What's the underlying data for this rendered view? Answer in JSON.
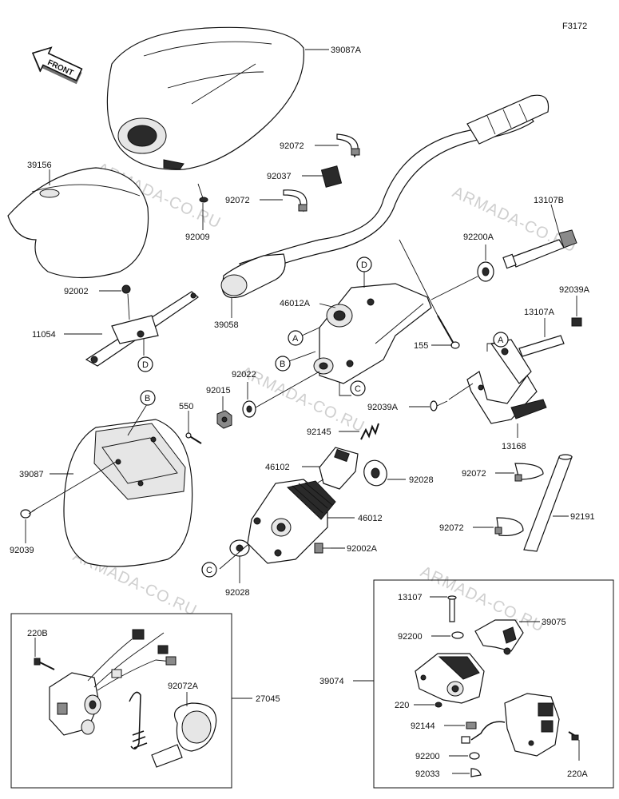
{
  "figure_code": "F3172",
  "front_label": "FRONT",
  "watermark": "ARMADA-CO.RU",
  "labels": {
    "p39087A": "39087A",
    "p39156": "39156",
    "p92072_top": "92072",
    "p92037": "92037",
    "p92072_mid": "92072",
    "p92009": "92009",
    "p13107B": "13107B",
    "p92200A": "92200A",
    "p92002": "92002",
    "p39058": "39058",
    "p46012A": "46012A",
    "p11054": "11054",
    "p92039A": "92039A",
    "p13107A": "13107A",
    "p155": "155",
    "p92022": "92022",
    "p92015": "92015",
    "p550": "550",
    "p92039A_2": "92039A",
    "p92145": "92145",
    "p13168": "13168",
    "p39087": "39087",
    "p46102": "46102",
    "p92028_a": "92028",
    "p92072_r1": "92072",
    "p46012": "46012",
    "p92191": "92191",
    "p92039": "92039",
    "p92072_r2": "92072",
    "p92002A": "92002A",
    "p92028_b": "92028",
    "p13107": "13107",
    "p39075": "39075",
    "p220B": "220B",
    "p92200": "92200",
    "p92072A": "92072A",
    "p27045": "27045",
    "p39074": "39074",
    "p220": "220",
    "p92144": "92144",
    "p92200_b": "92200",
    "p220A": "220A",
    "p92033": "92033"
  },
  "refs": {
    "A1": "A",
    "A2": "A",
    "B1": "B",
    "B2": "B",
    "C1": "C",
    "C2": "C",
    "D1": "D",
    "D2": "D"
  }
}
